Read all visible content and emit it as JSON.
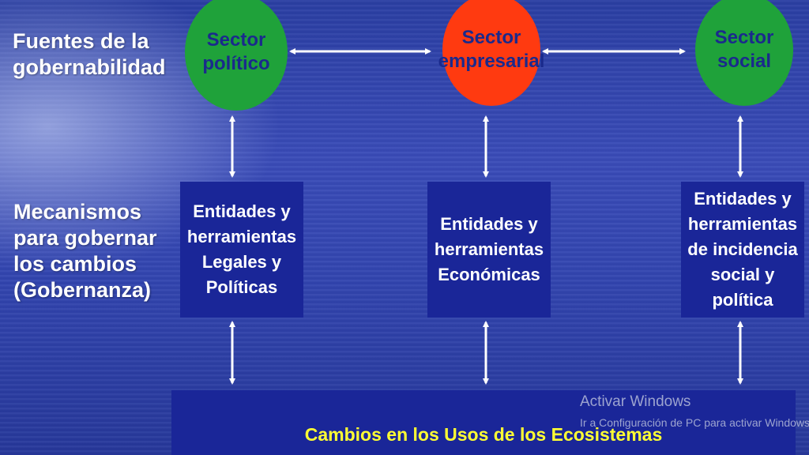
{
  "side_labels": {
    "fuentes": "Fuentes de la\ngobernabilidad",
    "mecanismos": "Mecanismos\npara gobernar\nlos cambios\n(Gobernanza)"
  },
  "sectors": [
    {
      "label": "Sector\npolítico",
      "color": "#1fa23a"
    },
    {
      "label": "Sector\nempresarial",
      "color": "#ff3a10"
    },
    {
      "label": "Sector\nsocial",
      "color": "#1fa23a"
    }
  ],
  "mechanisms": [
    {
      "label": "Entidades y\nherramientas\nLegales y\nPolíticas"
    },
    {
      "label": "Entidades y\nherramientas\nEconómicas"
    },
    {
      "label": "Entidades y\nherramientas\nde incidencia\nsocial y\npolítica"
    }
  ],
  "bottom": {
    "label": "Cambios en los Usos de los Ecosistemas"
  },
  "watermark": {
    "title": "Activar Windows",
    "subtitle": "Ir a Configuración de PC para activar Windows."
  },
  "colors": {
    "background": "#3346b0",
    "box": "#1a2698",
    "circle_text": "#1a2a8c",
    "bottom_text": "#ffff33",
    "arrow": "#ffffff"
  }
}
